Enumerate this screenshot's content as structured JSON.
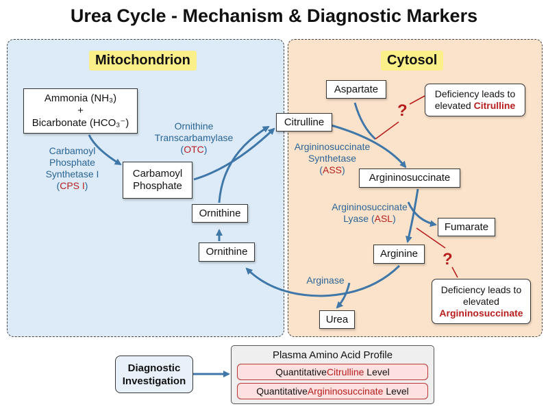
{
  "title": "Urea Cycle - Mechanism & Diagnostic Markers",
  "regions": {
    "mitochondrion": "Mitochondrion",
    "cytosol": "Cytosol"
  },
  "nodes": {
    "ammonia_line1": "Ammonia (NH₃)",
    "ammonia_plus": "+",
    "ammonia_line2": "Bicarbonate (HCO₃⁻)",
    "carbamoyl_line1": "Carbamoyl",
    "carbamoyl_line2": "Phosphate",
    "citrulline": "Citrulline",
    "aspartate": "Aspartate",
    "argininosuccinate": "Argininosuccinate",
    "fumarate": "Fumarate",
    "arginine": "Arginine",
    "urea": "Urea",
    "ornithine_upper": "Ornithine",
    "ornithine_lower": "Ornithine"
  },
  "enzymes": {
    "cps": {
      "l1": "Carbamoyl",
      "l2": "Phosphate",
      "l3": "Synthetase I",
      "open": "(",
      "abbr": "CPS I",
      "close": ")"
    },
    "otc": {
      "l1": "Ornithine",
      "l2": "Transcarbamylase",
      "open": "(",
      "abbr": "OTC",
      "close": ")"
    },
    "ass": {
      "l1": "Argininosuccinate",
      "l2": "Synthetase",
      "open": "(",
      "abbr": "ASS",
      "close": ")"
    },
    "asl": {
      "l1": "Argininosuccinate",
      "l2_prefix": "Lyase (",
      "abbr": "ASL",
      "close": ")"
    },
    "arginase": "Arginase"
  },
  "notes": {
    "note1": {
      "l1": "Deficiency leads to",
      "l2_prefix": "elevated ",
      "marker": "Citrulline"
    },
    "note2": {
      "l1": "Deficiency leads to",
      "l2": "elevated",
      "marker": "Argininosuccinate"
    },
    "qmark": "?"
  },
  "diagnostic": {
    "investigation_l1": "Diagnostic",
    "investigation_l2": "Investigation",
    "profile_title": "Plasma Amino Acid Profile",
    "level1_prefix": "Quantitative ",
    "level1_marker": "Citrulline",
    "level1_suffix": " Level",
    "level2_prefix": "Quantitative ",
    "level2_marker": "Argininosuccinate",
    "level2_suffix": " Level"
  },
  "colors": {
    "arrow": "#3f77a8",
    "enzyme": "#2a6496",
    "deficiency": "#b81d1d",
    "mito_bg": "#dcebf7",
    "cyto_bg": "#fbe3cb"
  }
}
